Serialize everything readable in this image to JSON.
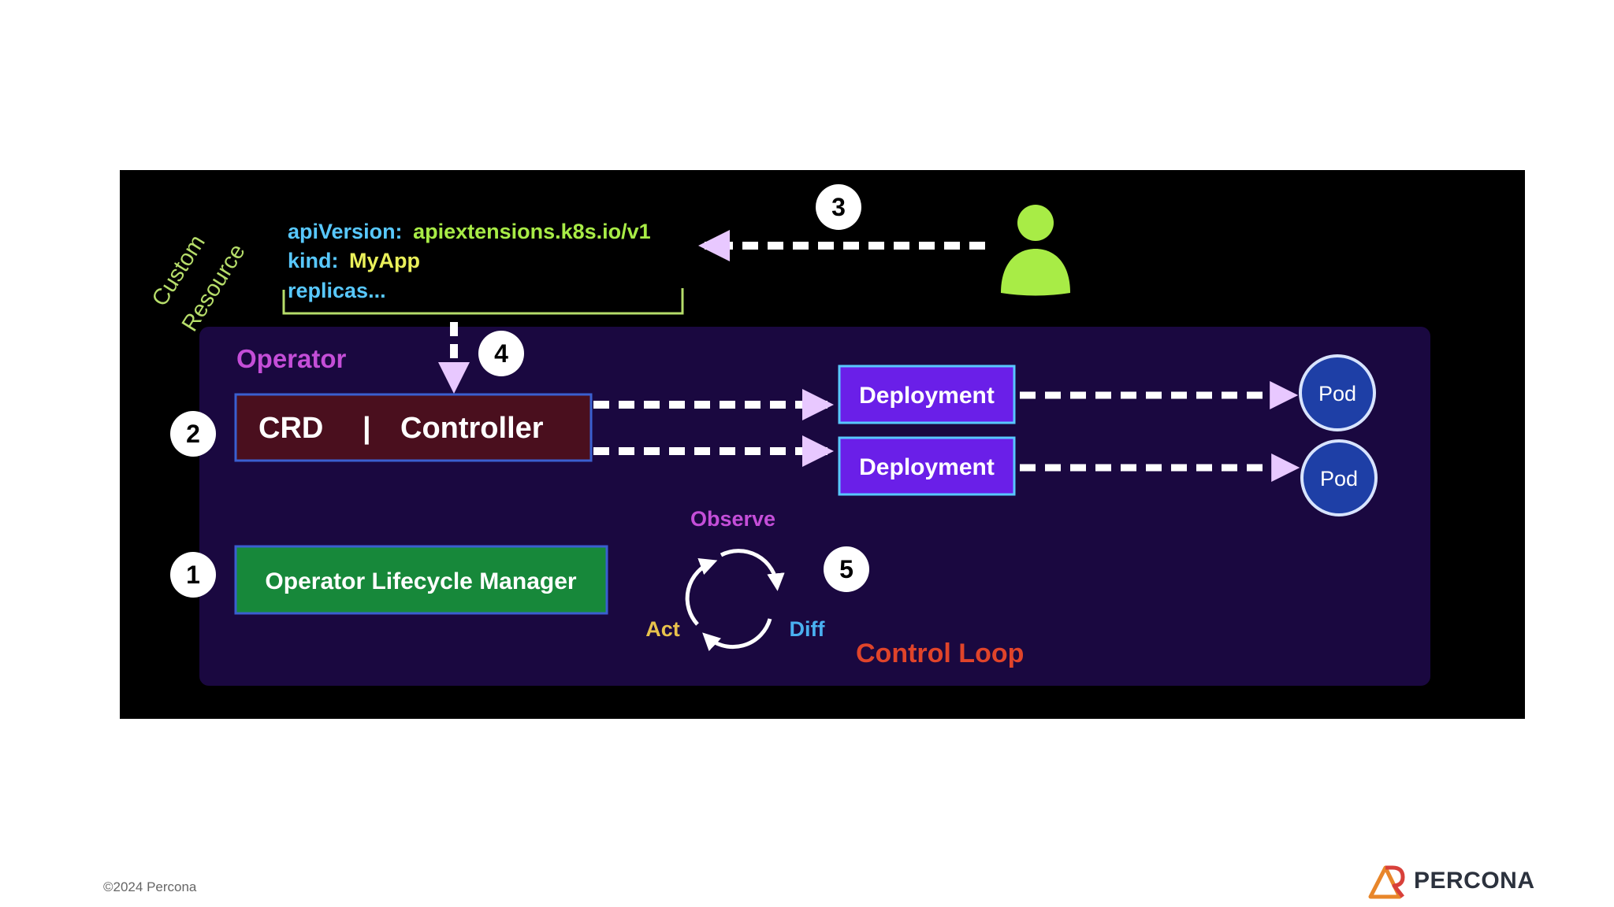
{
  "custom_resource": {
    "label_line1": "Custom",
    "label_line2": "Resource",
    "line1_key": "apiVersion:",
    "line1_value": "apiextensions.k8s.io/v1",
    "line2_key": "kind:",
    "line2_value": "MyApp",
    "line3": "replicas..."
  },
  "operator": {
    "title": "Operator",
    "crd_label": "CRD",
    "separator": "|",
    "controller_label": "Controller",
    "olm_label": "Operator Lifecycle Manager"
  },
  "deployments": [
    "Deployment",
    "Deployment"
  ],
  "pods": [
    "Pod",
    "Pod"
  ],
  "steps": [
    "1",
    "2",
    "3",
    "4",
    "5"
  ],
  "control_loop": {
    "observe": "Observe",
    "diff": "Diff",
    "act": "Act",
    "title": "Control Loop"
  },
  "footer": {
    "copyright": "©2024 Percona",
    "brand": "PERCONA"
  },
  "colors": {
    "background": "#000000",
    "operator_panel": "#1a0840",
    "crd_box": "#4a0f1e",
    "olm_box": "#17883a",
    "deployment_box": "#6a1fe8",
    "pod_circle": "#1e3fa6",
    "arrows": "#e8c8ff",
    "user_icon": "#a8ec46",
    "cr_label": "#b6dd6a",
    "cr_key": "#58c8ff",
    "cr_value": "#eaf05a",
    "operator_title": "#c44ed8",
    "control_loop_title": "#e0442a",
    "observe": "#c44ed8",
    "diff": "#4ab0f0",
    "act": "#e8c24c"
  },
  "icons": [
    "user-icon",
    "cycle-arrows-icon",
    "percona-logo"
  ]
}
